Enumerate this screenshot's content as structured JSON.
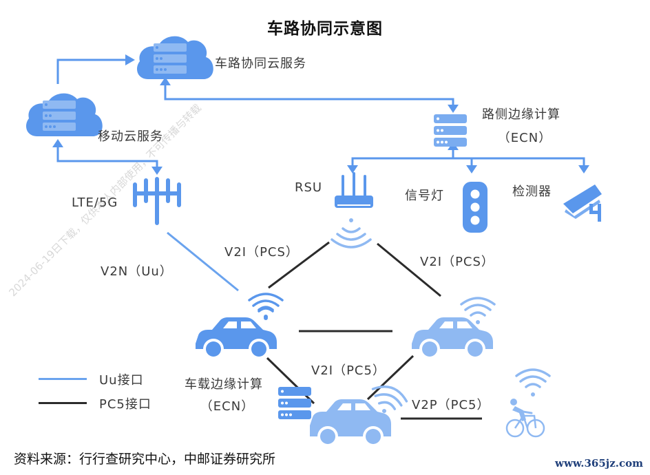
{
  "title": "车路协同示意图",
  "colors": {
    "blue_primary": "#5a97ec",
    "blue_light": "#8fb9f2",
    "uu_line": "#6aa3ee",
    "pc5_line": "#2b2b2b"
  },
  "nodes": {
    "cloud_v2x": {
      "label": "车路协同云服务",
      "icon": "cloud-server-icon"
    },
    "cloud_mobile": {
      "label": "移动云服务",
      "icon": "cloud-server-icon"
    },
    "edge_roadside": {
      "label": "路侧边缘计算",
      "sublabel": "（ECN）",
      "icon": "server-rack-icon"
    },
    "base_station": {
      "label": "LTE/5G",
      "icon": "antenna-tower-icon"
    },
    "rsu": {
      "label": "RSU",
      "icon": "router-icon"
    },
    "traffic_light": {
      "label": "信号灯",
      "icon": "traffic-light-icon"
    },
    "detector": {
      "label": "检测器",
      "icon": "surveillance-camera-icon"
    },
    "edge_vehicle": {
      "label": "车载边缘计算",
      "sublabel": "（ECN）",
      "icon": "server-rack-icon"
    },
    "car_left": {
      "icon": "car-icon"
    },
    "car_right": {
      "icon": "car-icon"
    },
    "car_bottom": {
      "icon": "car-icon"
    },
    "cyclist": {
      "icon": "cyclist-icon"
    }
  },
  "links": {
    "v2n": "V2N（Uu）",
    "v2i_left": "V2I（PCS）",
    "v2i_right": "V2I（PCS）",
    "v2i_bottom": "V2I（PC5）",
    "v2p": "V2P（PC5）"
  },
  "legend": [
    {
      "label": "Uu接口",
      "color": "#6aa3ee"
    },
    {
      "label": "PC5接口",
      "color": "#2b2b2b"
    }
  ],
  "source": "资料来源：行行查研究中心，中邮证券研究所",
  "site": "www.365jz.com",
  "watermark": "2024-06-19日下载，仅供本人内部使用，不可传播与转载"
}
